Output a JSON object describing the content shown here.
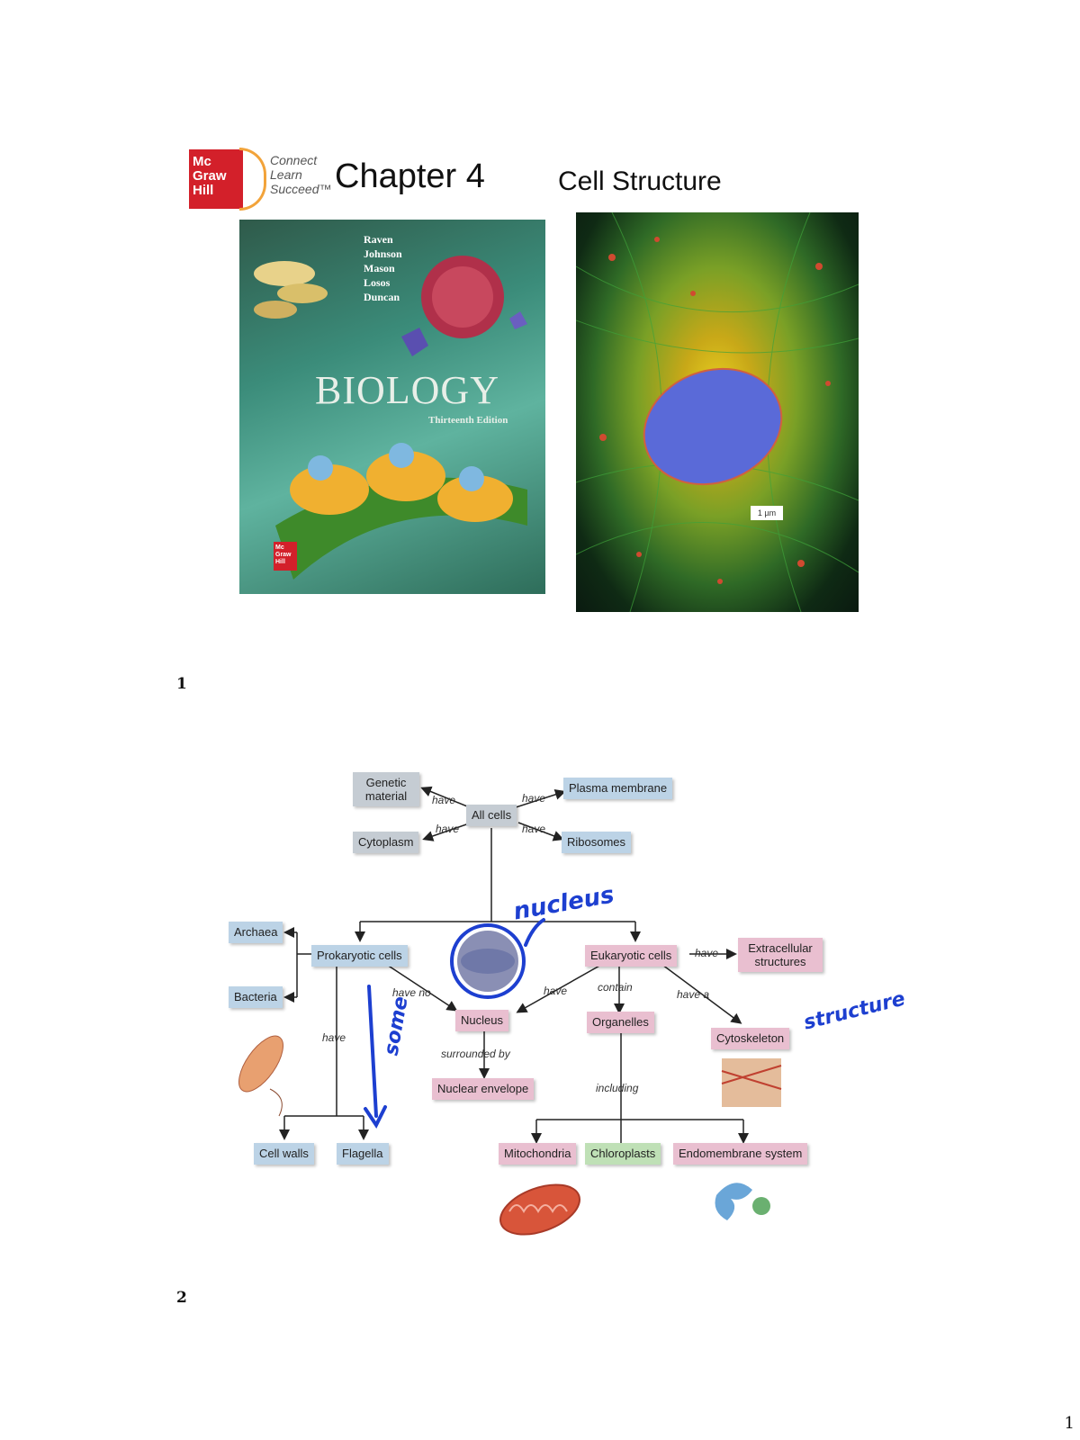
{
  "slide1": {
    "logo": {
      "brand": "Mc Graw Hill",
      "tagline": [
        "Connect",
        "Learn",
        "Succeed™"
      ]
    },
    "chapter": "Chapter 4",
    "topic": "Cell Structure",
    "book_cover": {
      "authors": [
        "Raven",
        "Johnson",
        "Mason",
        "Losos",
        "Duncan"
      ],
      "title": "BIOLOGY",
      "edition": "Thirteenth Edition",
      "publisher_mark": "Mc Graw Hill"
    },
    "micrograph": {
      "scale_label": "1 µm"
    },
    "page_number": "1"
  },
  "slide2": {
    "nodes": {
      "genetic_material": "Genetic material",
      "all_cells": "All cells",
      "plasma_membrane": "Plasma membrane",
      "cytoplasm": "Cytoplasm",
      "ribosomes": "Ribosomes",
      "archaea": "Archaea",
      "prokaryotic": "Prokaryotic cells",
      "bacteria": "Bacteria",
      "eukaryotic": "Eukaryotic cells",
      "extracellular": "Extracellular structures",
      "nucleus": "Nucleus",
      "organelles": "Organelles",
      "cytoskeleton": "Cytoskeleton",
      "nuclear_envelope": "Nuclear envelope",
      "cell_walls": "Cell walls",
      "flagella": "Flagella",
      "mitochondria": "Mitochondria",
      "chloroplasts": "Chloroplasts",
      "endomembrane": "Endomembrane system"
    },
    "edge_labels": {
      "have_gm": "have",
      "have_pm": "have",
      "have_cy": "have",
      "have_ri": "have",
      "have_ex": "have",
      "have_no": "have no",
      "have_nu": "have",
      "contain": "contain",
      "have_a": "have a",
      "have_pro": "have",
      "surrounded_by": "surrounded by",
      "including": "including"
    },
    "handwriting": {
      "nucleus_note": "nucleus",
      "some_note": "some",
      "structure_note": "structure"
    },
    "page_number": "2"
  },
  "footer_page": "1",
  "colors": {
    "prokaryote": "#bcd3e6",
    "eukaryote": "#e9bfd0",
    "plant": "#bfe0b6",
    "all_cells": "#c5ccd3",
    "annotation": "#1d3fd0"
  }
}
